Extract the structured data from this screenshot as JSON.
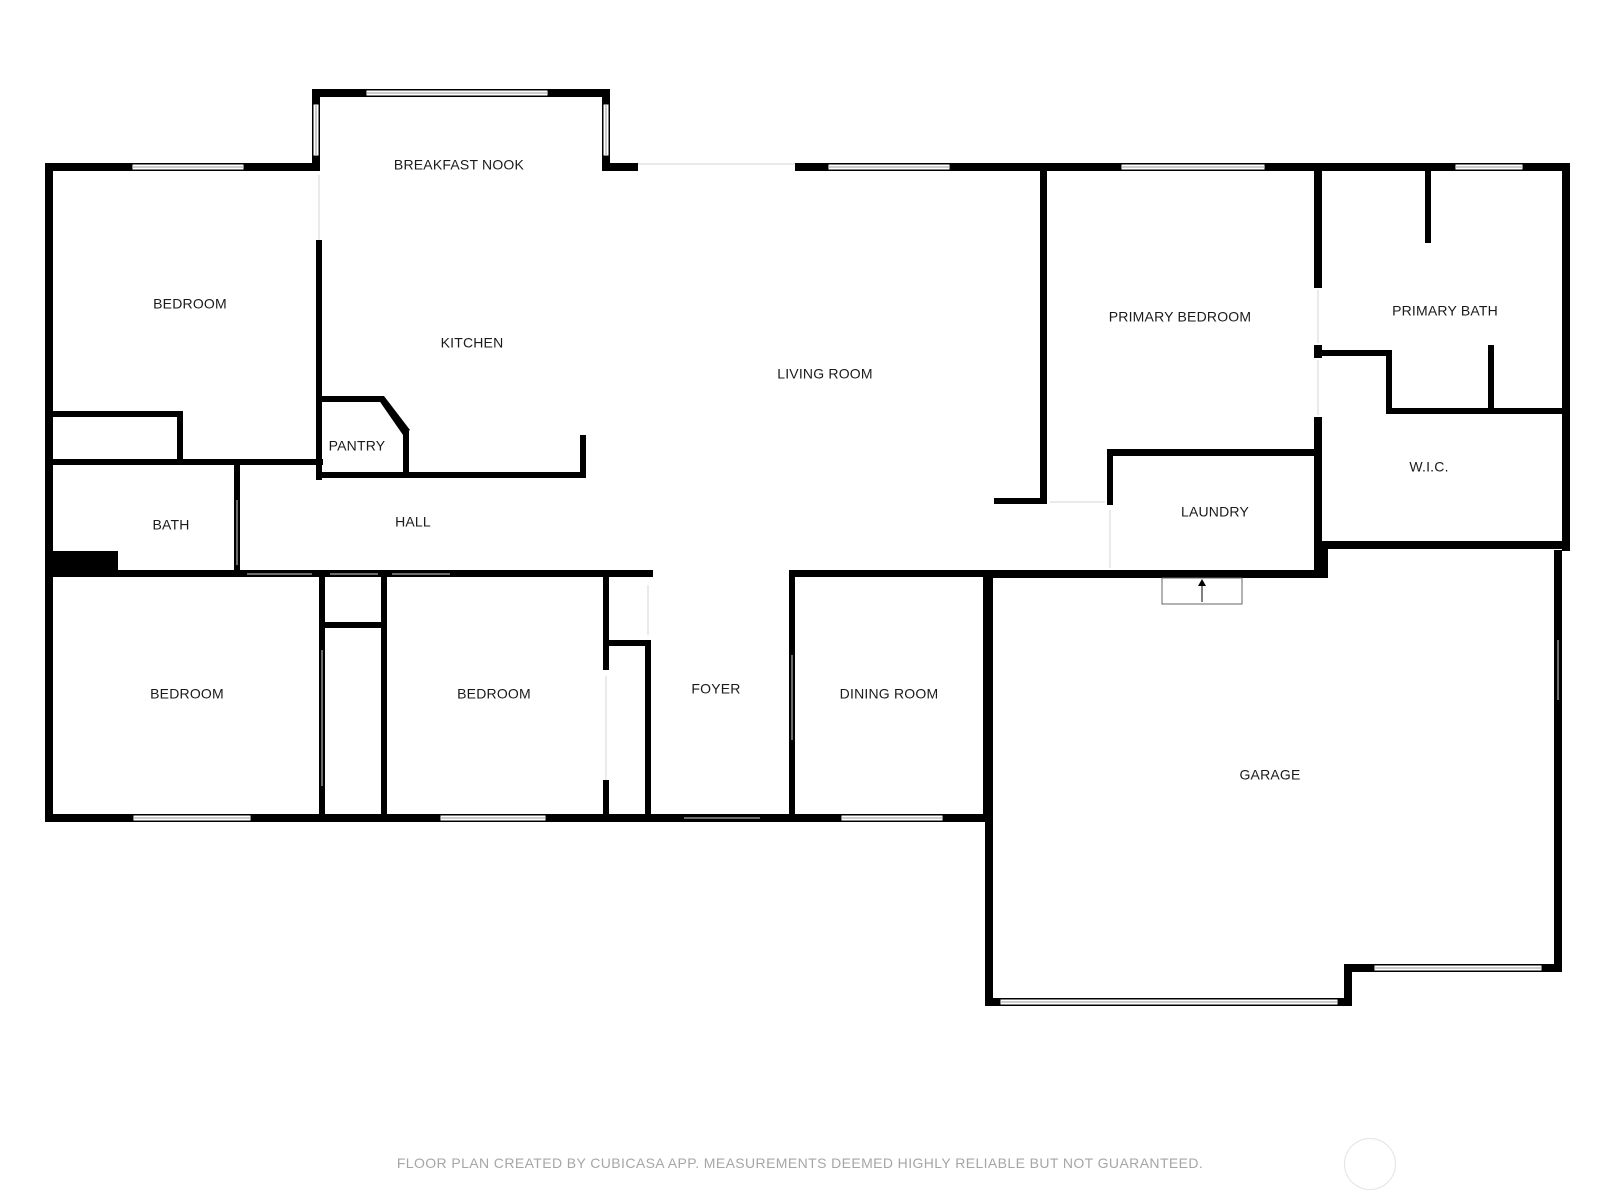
{
  "rooms": {
    "breakfast_nook": "BREAKFAST NOOK",
    "bedroom_nw": "BEDROOM",
    "kitchen": "KITCHEN",
    "living_room": "LIVING ROOM",
    "primary_bedroom": "PRIMARY BEDROOM",
    "primary_bath": "PRIMARY BATH",
    "pantry": "PANTRY",
    "bath": "BATH",
    "hall": "HALL",
    "wic": "W.I.C.",
    "laundry": "LAUNDRY",
    "bedroom_sw": "BEDROOM",
    "bedroom_s": "BEDROOM",
    "foyer": "FOYER",
    "dining_room": "DINING ROOM",
    "garage": "GARAGE"
  },
  "footer": {
    "note": "FLOOR PLAN CREATED BY CUBICASA APP. MEASUREMENTS DEEMED HIGHLY RELIABLE BUT NOT GUARANTEED."
  },
  "colors": {
    "wall": "#000000",
    "background": "#ffffff",
    "footer_text": "#a6a6a6"
  }
}
